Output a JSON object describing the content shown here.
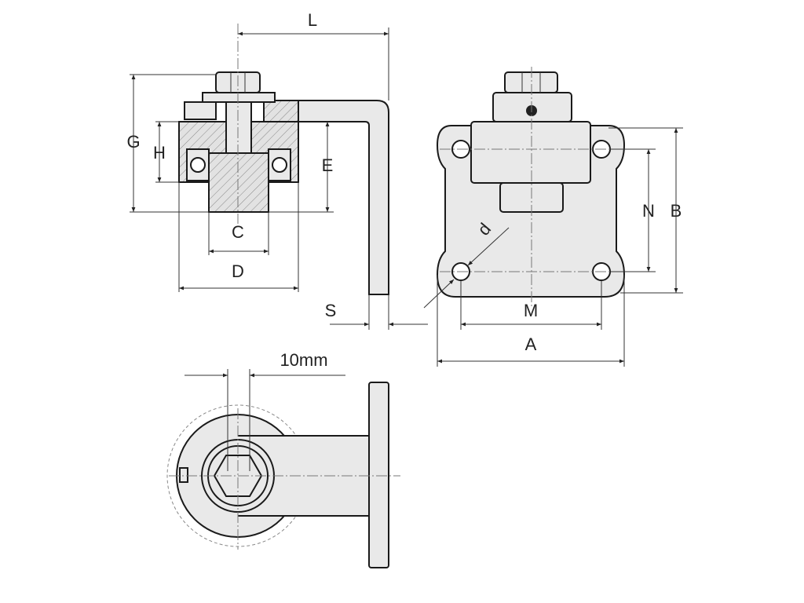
{
  "drawing": {
    "title": "Chain tensioner with bearing — dimensional drawing",
    "side_view": {
      "L": "L",
      "G": "G",
      "H": "H",
      "E": "E",
      "C": "C",
      "D": "D",
      "S": "S"
    },
    "front_view": {
      "M": "M",
      "A": "A",
      "N": "N",
      "B": "B",
      "d": "d"
    },
    "top_view": {
      "offset_label": "10mm"
    },
    "colors": {
      "part_fill": "#e9e9e9",
      "outline": "#1a1a1a",
      "dimension": "#333333"
    }
  }
}
